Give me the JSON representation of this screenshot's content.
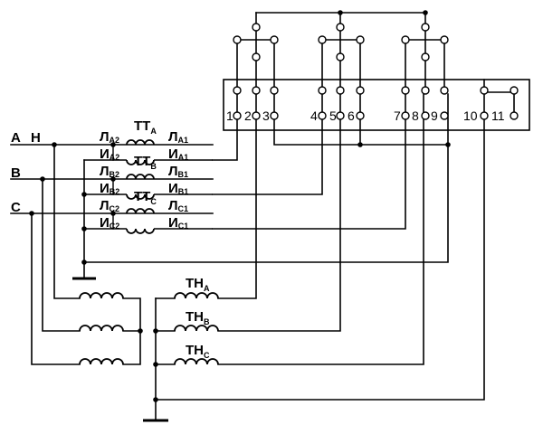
{
  "phases": {
    "a": "A",
    "b": "B",
    "c": "C",
    "n": "Н"
  },
  "ct": {
    "name": "ТТ",
    "a": {
      "phase": "A",
      "l1": "Л",
      "l1_sub": "A1",
      "l2": "Л",
      "l2_sub": "A2",
      "i1": "И",
      "i1_sub": "A1",
      "i2": "И",
      "i2_sub": "A2"
    },
    "b": {
      "phase": "B",
      "l1": "Л",
      "l1_sub": "B1",
      "l2": "Л",
      "l2_sub": "B2",
      "i1": "И",
      "i1_sub": "B1",
      "i2": "И",
      "i2_sub": "B2"
    },
    "c": {
      "phase": "C",
      "l1": "Л",
      "l1_sub": "C1",
      "l2": "Л",
      "l2_sub": "C2",
      "i1": "И",
      "i1_sub": "C1",
      "i2": "И",
      "i2_sub": "C2"
    }
  },
  "vt": {
    "name": "ТН",
    "a": "A",
    "b": "B",
    "c": "C"
  },
  "terminals": [
    "1",
    "2",
    "3",
    "4",
    "5",
    "6",
    "7",
    "8",
    "9",
    "10",
    "11"
  ]
}
